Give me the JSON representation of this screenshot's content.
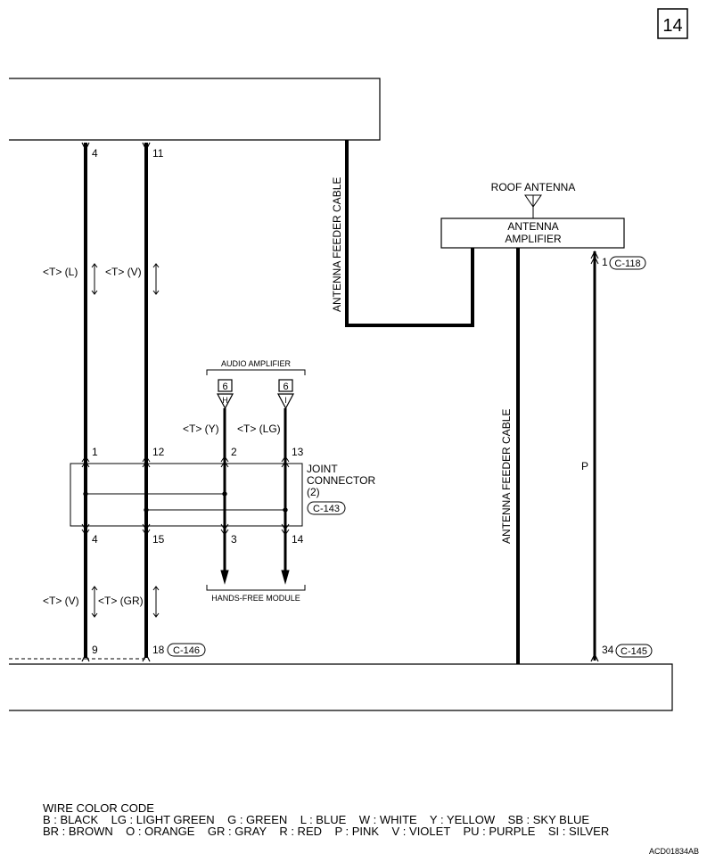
{
  "page_number": "14",
  "labels": {
    "feeder_cable_left": "ANTENNA FEEDER CABLE",
    "feeder_cable_right": "ANTENNA FEEDER CABLE",
    "roof_antenna": "ROOF ANTENNA",
    "antenna_amplifier_l1": "ANTENNA",
    "antenna_amplifier_l2": "AMPLIFIER",
    "audio_amplifier": "AUDIO AMPLIFIER",
    "hands_free_module": "HANDS-FREE MODULE",
    "joint_connector_l1": "JOINT",
    "joint_connector_l2": "CONNECTOR",
    "joint_connector_l3": "(2)",
    "wire_p": "P"
  },
  "wire_labels": {
    "w1_upper": "<T> (L)",
    "w2_upper": "<T> (V)",
    "w1_lower": "<T> (V)",
    "w2_lower": "<T> (GR)",
    "w3": "<T> (Y)",
    "w4": "<T> (LG)"
  },
  "pins": {
    "top_w1": "4",
    "top_w2": "11",
    "jc_in_1": "1",
    "jc_in_12": "12",
    "jc_in_2": "2",
    "jc_in_13": "13",
    "jc_out_4": "4",
    "jc_out_15": "15",
    "jc_out_3": "3",
    "jc_out_14": "14",
    "bottom_w1": "9",
    "bottom_w2": "18",
    "amp_pin": "1",
    "bottom_amp": "34",
    "audio_conn_a": "6",
    "audio_conn_b": "6",
    "audio_conn_a_sub": "H",
    "audio_conn_b_sub": "I"
  },
  "connectors": {
    "c118": "C-118",
    "c143": "C-143",
    "c146": "C-146",
    "c145": "C-145"
  },
  "legend": {
    "title": "WIRE COLOR CODE",
    "line1": "B : BLACK    LG : LIGHT GREEN    G : GREEN    L : BLUE    W : WHITE    Y : YELLOW    SB : SKY BLUE",
    "line2": "BR : BROWN    O : ORANGE    GR : GRAY    R : RED    P : PINK    V : VIOLET    PU : PURPLE    SI : SILVER"
  },
  "figure_code": "ACD01834AB"
}
